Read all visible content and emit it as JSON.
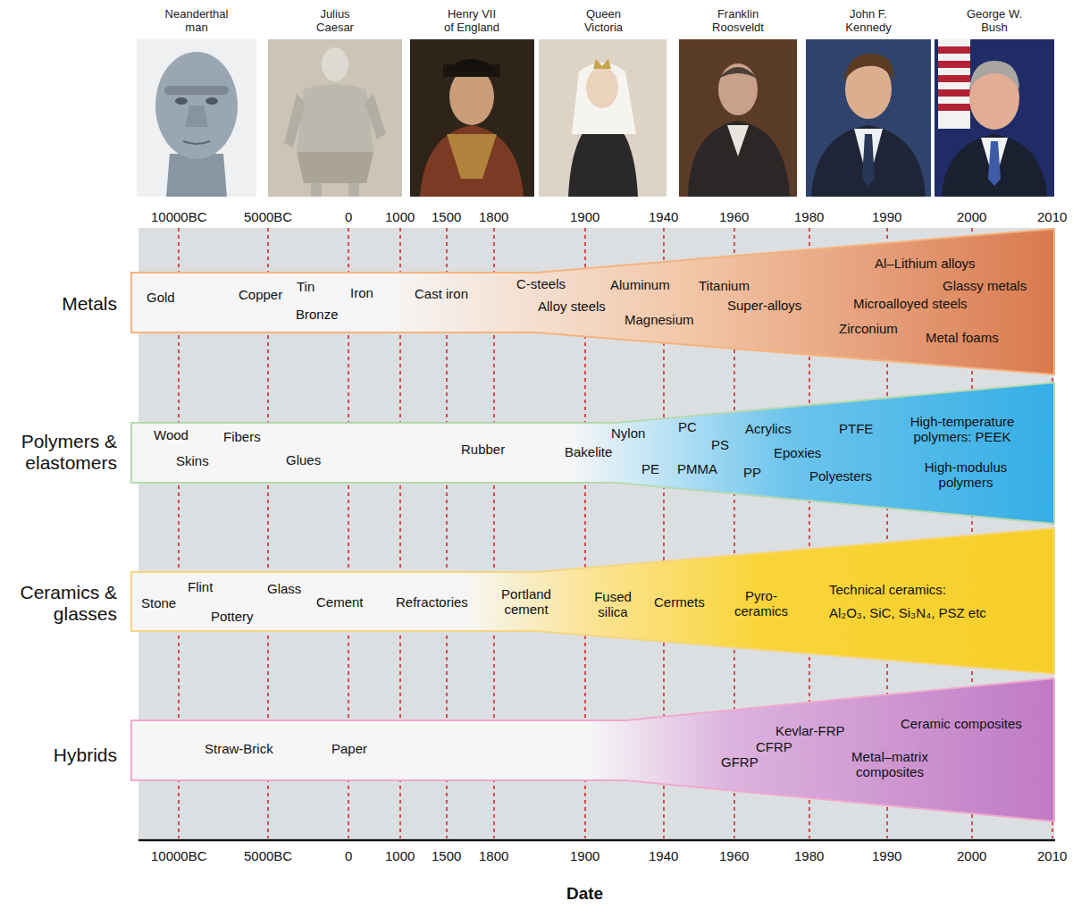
{
  "diagram": {
    "nodes": [
      {
        "text": [
          "Metals",
          "Gold",
          "Copper",
          "Tin",
          "Bronze",
          "Iron",
          "Cast iron",
          "C-steels",
          "Alloy steels",
          "Aluminum",
          "Magnesium",
          "Titanium",
          "Super-alloys",
          "Al–Lithium alloys",
          "Glassy metals",
          "Microalloyed steels",
          "Zirconium",
          "Metal foams"
        ]
      },
      {
        "text": [
          "Polymers & elastomers",
          "Wood",
          "Skins",
          "Fibers",
          "Glues",
          "Rubber",
          "Bakelite",
          "Nylon",
          "PE",
          "PC",
          "PMMA",
          "PS",
          "Acrylics",
          "PP",
          "Epoxies",
          "PTFE",
          "Polyesters",
          "High-temperature polymers: PEEK",
          "High-modulus polymers"
        ]
      },
      {
        "text": [
          "Ceramics & glasses",
          "Stone",
          "Flint",
          "Pottery",
          "Glass",
          "Cement",
          "Refractories",
          "Portland cement",
          "Fused silica",
          "Cermets",
          "Pyro- ceramics",
          "Technical ceramics:",
          "Al₂O₃, SiC, Si₃N₄, PSZ etc"
        ]
      },
      {
        "text": [
          "Hybrids",
          "Straw-Brick",
          "Paper",
          "GFRP",
          "CFRP",
          "Kevlar-FRP",
          "Metal–matrix composites",
          "Ceramic composites"
        ]
      }
    ],
    "labels": [
      "Neanderthal man",
      "Julius Caesar",
      "Henry VII of England",
      "Queen Victoria",
      "Franklin Roosveldt",
      "John F. Kennedy",
      "George W. Bush",
      "10000BC",
      "5000BC",
      "0",
      "1000",
      "1500",
      "1800",
      "1900",
      "1940",
      "1960",
      "1980",
      "1990",
      "2000",
      "2010",
      "10000BC",
      "5000BC",
      "0",
      "1000",
      "1500",
      "1800",
      "1900",
      "1940",
      "1960",
      "1980",
      "1990",
      "2000",
      "2010",
      "Date"
    ]
  }
}
